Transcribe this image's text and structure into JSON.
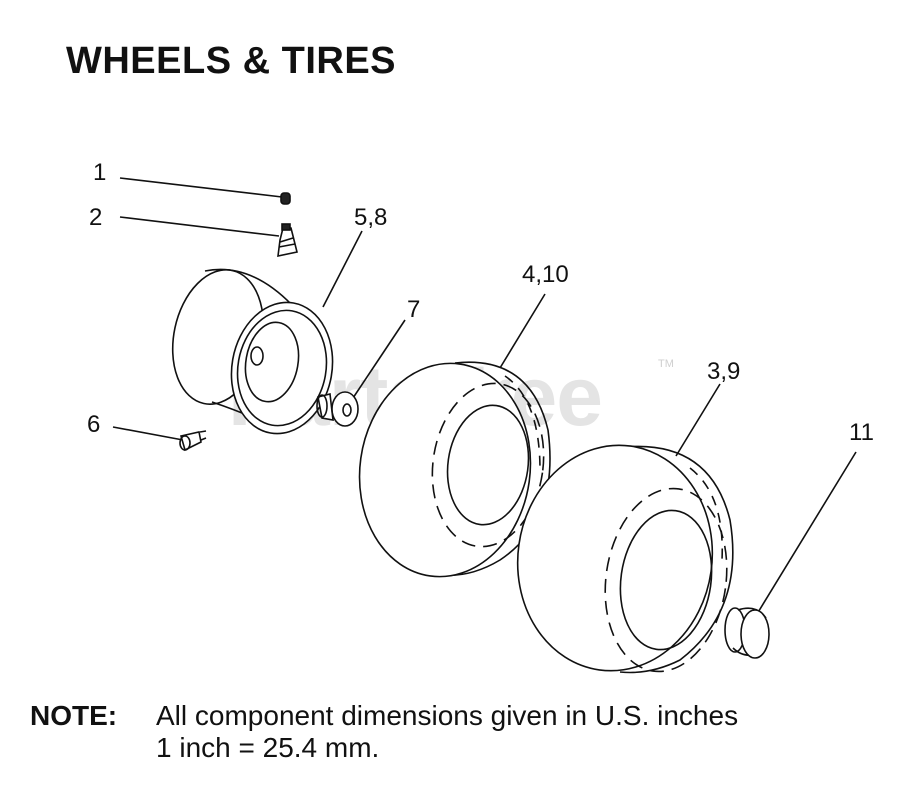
{
  "title": "WHEELS & TIRES",
  "callouts": {
    "c1": "1",
    "c2": "2",
    "c58": "5,8",
    "c7": "7",
    "c410": "4,10",
    "c39": "3,9",
    "c6": "6",
    "c11": "11"
  },
  "watermark": {
    "text": "PartsTree",
    "tm": "TM"
  },
  "note": {
    "label": "NOTE:",
    "line1": "All component dimensions given in U.S. inches",
    "line2": "1 inch = 25.4 mm."
  },
  "parts": [
    {
      "id": "1",
      "icon": "valve-cap-icon"
    },
    {
      "id": "2",
      "icon": "valve-stem-icon"
    },
    {
      "id": "5,8",
      "icon": "wheel-rim-icon"
    },
    {
      "id": "7",
      "icon": "bushing-icon"
    },
    {
      "id": "4,10",
      "icon": "tire-icon"
    },
    {
      "id": "3,9",
      "icon": "tire-icon"
    },
    {
      "id": "6",
      "icon": "grease-fitting-icon"
    },
    {
      "id": "11",
      "icon": "hub-cap-icon"
    }
  ]
}
